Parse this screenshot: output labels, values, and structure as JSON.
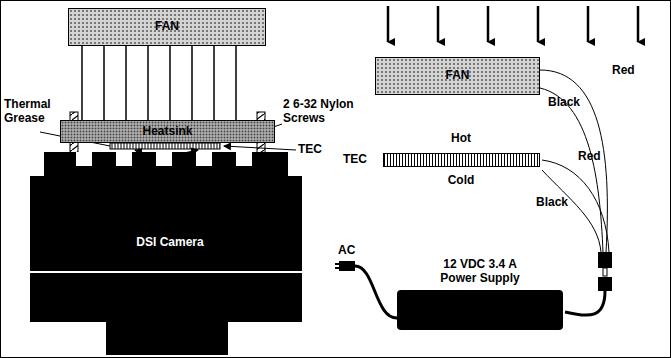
{
  "diagram": {
    "nodes": [
      {
        "text": [
          "FAN"
        ]
      },
      {
        "text": [
          "Heatsink"
        ]
      },
      {
        "text": [
          "DSI Camera"
        ]
      },
      {
        "text": [
          "FAN"
        ]
      },
      {
        "text": [
          "Hot",
          "Cold"
        ]
      },
      {
        "text": [
          "12 VDC 3.4 A Power Supply"
        ]
      }
    ],
    "labels": [
      "Thermal Grease",
      "2 6-32 Nylon Screws",
      "TEC",
      "TEC",
      "Red",
      "Black",
      "Red",
      "Black",
      "AC"
    ]
  }
}
